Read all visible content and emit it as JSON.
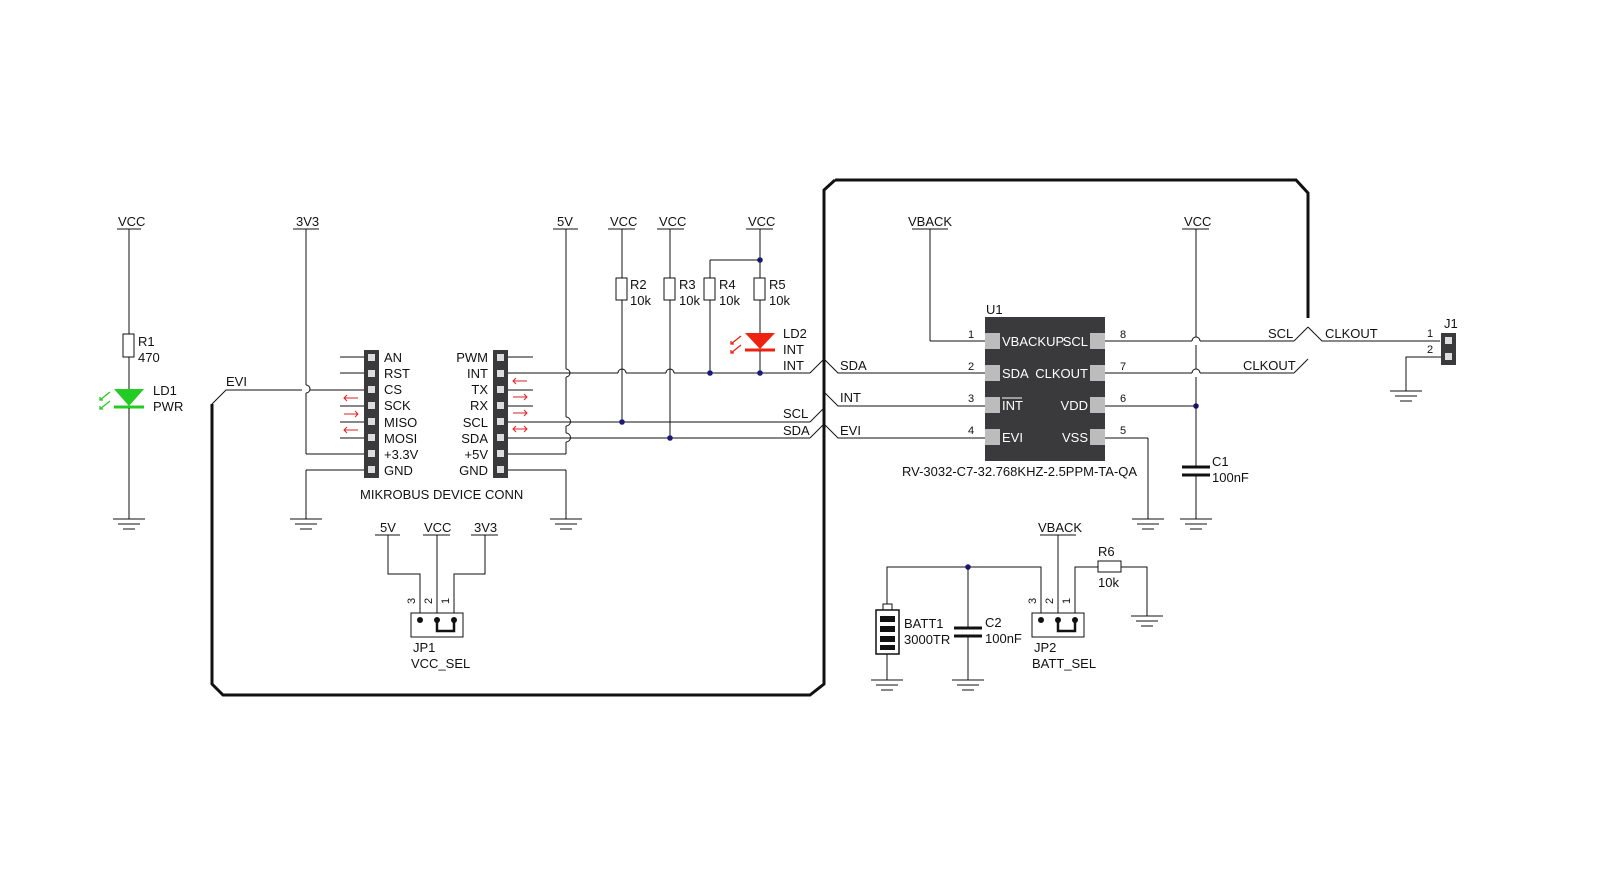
{
  "nets": {
    "vcc": "VCC",
    "v3v3": "3V3",
    "v5": "5V",
    "vback": "VBACK",
    "evi": "EVI",
    "sda": "SDA",
    "scl": "SCL",
    "int": "INT",
    "clkout": "CLKOUT"
  },
  "components": {
    "r1": {
      "ref": "R1",
      "value": "470"
    },
    "ld1": {
      "ref": "LD1",
      "value": "PWR"
    },
    "r2": {
      "ref": "R2",
      "value": "10k"
    },
    "r3": {
      "ref": "R3",
      "value": "10k"
    },
    "r4": {
      "ref": "R4",
      "value": "10k"
    },
    "r5": {
      "ref": "R5",
      "value": "10k"
    },
    "ld2": {
      "ref": "LD2",
      "value": "INT"
    },
    "r6": {
      "ref": "R6",
      "value": "10k"
    },
    "c1": {
      "ref": "C1",
      "value": "100nF"
    },
    "c2": {
      "ref": "C2",
      "value": "100nF"
    },
    "batt1": {
      "ref": "BATT1",
      "value": "3000TR"
    },
    "jp1": {
      "ref": "JP1",
      "value": "VCC_SEL",
      "pins": [
        "3",
        "2",
        "1"
      ]
    },
    "jp2": {
      "ref": "JP2",
      "value": "BATT_SEL",
      "pins": [
        "3",
        "2",
        "1"
      ]
    },
    "j1": {
      "ref": "J1",
      "pins": [
        "1",
        "2"
      ]
    },
    "u1": {
      "ref": "U1",
      "part": "RV-3032-C7-32.768KHZ-2.5PPM-TA-QA",
      "left_pins": [
        {
          "num": "1",
          "name": "VBACKUP"
        },
        {
          "num": "2",
          "name": "SDA"
        },
        {
          "num": "3",
          "name": "INT"
        },
        {
          "num": "4",
          "name": "EVI"
        }
      ],
      "right_pins": [
        {
          "num": "8",
          "name": "SCL"
        },
        {
          "num": "7",
          "name": "CLKOUT"
        },
        {
          "num": "6",
          "name": "VDD"
        },
        {
          "num": "5",
          "name": "VSS"
        }
      ]
    }
  },
  "mikrobus": {
    "title": "MIKROBUS DEVICE CONN",
    "left_pins": [
      "AN",
      "RST",
      "CS",
      "SCK",
      "MISO",
      "MOSI",
      "+3.3V",
      "GND"
    ],
    "right_pins": [
      "PWM",
      "INT",
      "TX",
      "RX",
      "SCL",
      "SDA",
      "+5V",
      "GND"
    ]
  },
  "colors": {
    "wire": "#111111",
    "junction": "#1a1a7a",
    "chip": "#3a3a3c",
    "pin_pad": "#bcbcbc",
    "led_green": "#22cc22",
    "led_red": "#ee2211",
    "arrow_red": "#dd2222"
  }
}
